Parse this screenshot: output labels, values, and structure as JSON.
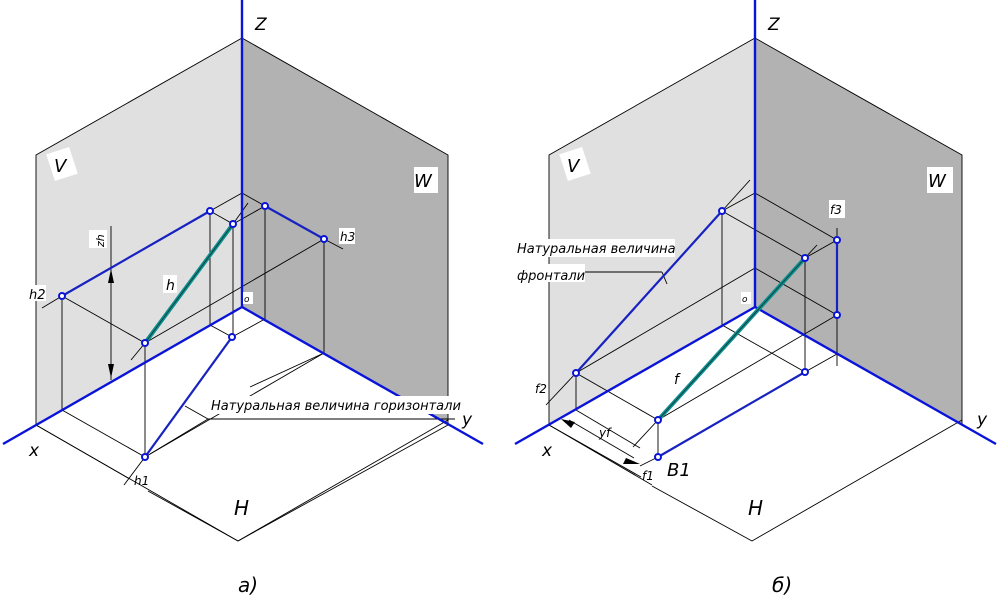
{
  "figure": {
    "description": "Isometric projections of level lines on three planes of projection",
    "colors": {
      "frontal_plane": "#e0e0e0",
      "profile_plane": "#b2b2b2",
      "horizontal_plane": "#ffffff",
      "axes": "#0a14d8",
      "projections": "#1722c0",
      "line_in_space": "#0f8f8f",
      "construction_lines": "#000000"
    },
    "panels": [
      {
        "id": "a",
        "caption": "а)",
        "axes": {
          "x": "x",
          "y": "y",
          "z": "Z",
          "origin": "о"
        },
        "planes": {
          "frontal": "V",
          "profile": "W",
          "horizontal": "H"
        },
        "line_label": "h",
        "projection_labels": {
          "horizontal": "h1",
          "frontal": "h2",
          "profile": "h3"
        },
        "dimension_label": "zh",
        "callout": "Натуральная величина горизонтали"
      },
      {
        "id": "b",
        "caption": "б)",
        "axes": {
          "x": "x",
          "y": "y",
          "z": "Z",
          "origin": "о"
        },
        "planes": {
          "frontal": "V",
          "profile": "W",
          "horizontal": "H"
        },
        "line_label": "f",
        "projection_labels": {
          "horizontal": "f1",
          "frontal": "f2",
          "profile": "f3"
        },
        "point_label": "B1",
        "dimension_label": "yf",
        "callout_line1": "Натуральная величина",
        "callout_line2": "фронтали"
      }
    ]
  }
}
